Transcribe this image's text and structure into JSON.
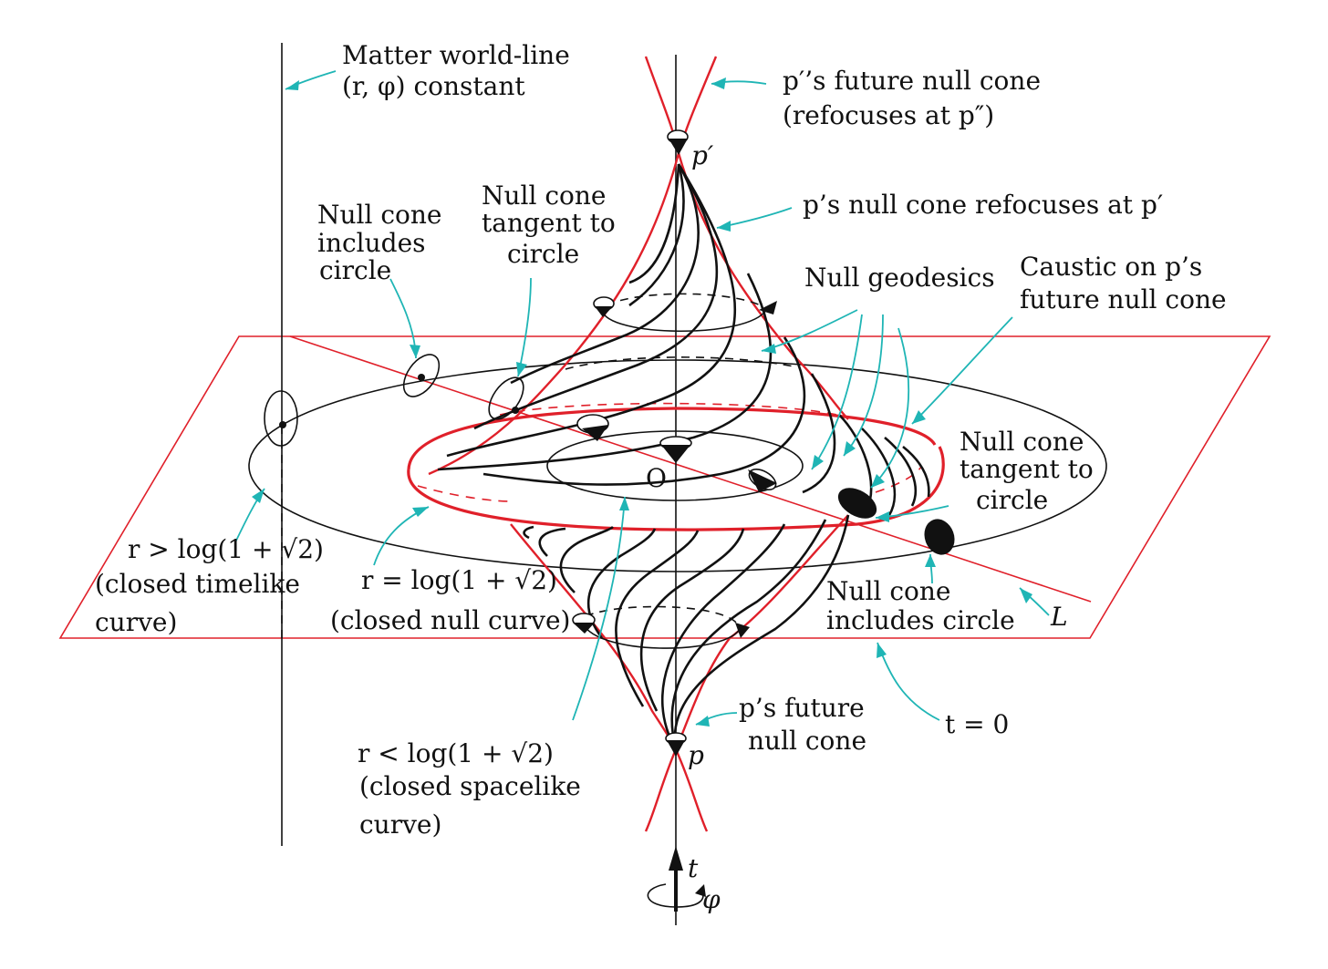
{
  "colors": {
    "ink": "#111111",
    "null_cone_red": "#e0202a",
    "leader_cyan": "#1fb5b5"
  },
  "labels": {
    "matter_line1": "Matter world-line",
    "matter_line2": "(r, φ) constant",
    "pprime_cone_line1": "p′’s future null cone",
    "pprime_cone_line2": "(refocuses at p″)",
    "point_pprime": "p′",
    "refocus": "p’s null cone refocuses at p′",
    "nc_includes_line1": "Null cone",
    "nc_includes_line2": "includes",
    "nc_includes_line3": "circle",
    "nc_tangent_line1": "Null cone",
    "nc_tangent_line2": "tangent to",
    "nc_tangent_line3": "circle",
    "null_geodesics": "Null geodesics",
    "caustic_line1": "Caustic on p’s",
    "caustic_line2": "future null cone",
    "origin": "O",
    "nc_tangent_right_line1": "Null cone",
    "nc_tangent_right_line2": "tangent to",
    "nc_tangent_right_line3": "circle",
    "r_gt_line1": "r > log(1 + √2)",
    "r_gt_line2": "(closed timelike",
    "r_gt_line3": "curve)",
    "r_eq_line1": "r = log(1 + √2)",
    "r_eq_line2": "(closed null curve)",
    "nc_includes_right_line1": "Null cone",
    "nc_includes_right_line2": "includes circle",
    "line_L": "L",
    "p_cone_line1": "p’s future",
    "p_cone_line2": "null cone",
    "t_zero": "t = 0",
    "point_p": "p",
    "r_lt_line1": "r < log(1 + √2)",
    "r_lt_line2": "(closed spacelike",
    "r_lt_line3": "curve)",
    "axis_t": "t",
    "axis_phi": "φ"
  }
}
